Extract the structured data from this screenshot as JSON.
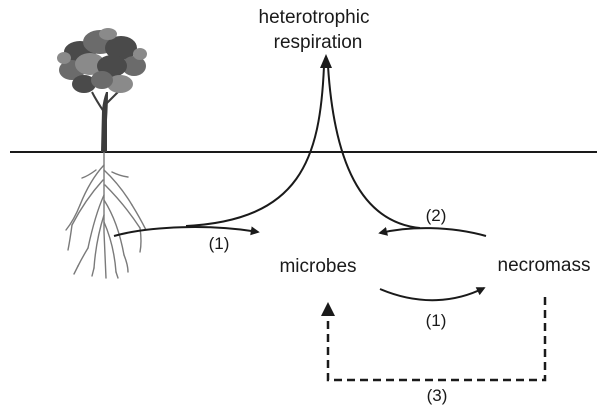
{
  "labels": {
    "heterotrophic": "heterotrophic",
    "respiration": "respiration",
    "microbes": "microbes",
    "necromass": "necromass"
  },
  "steps": {
    "step1_roots": "(1)",
    "step1_necromass": "(1)",
    "step2": "(2)",
    "step3": "(3)"
  },
  "icons": {
    "tree": "tree-with-roots-icon"
  },
  "colors": {
    "line": "#1a1a1a",
    "foliage_dark": "#4a4a4a",
    "foliage_mid": "#6b6b6b",
    "foliage_light": "#8a8a8a",
    "trunk": "#3c3c3c",
    "roots": "#7a7a7a"
  }
}
